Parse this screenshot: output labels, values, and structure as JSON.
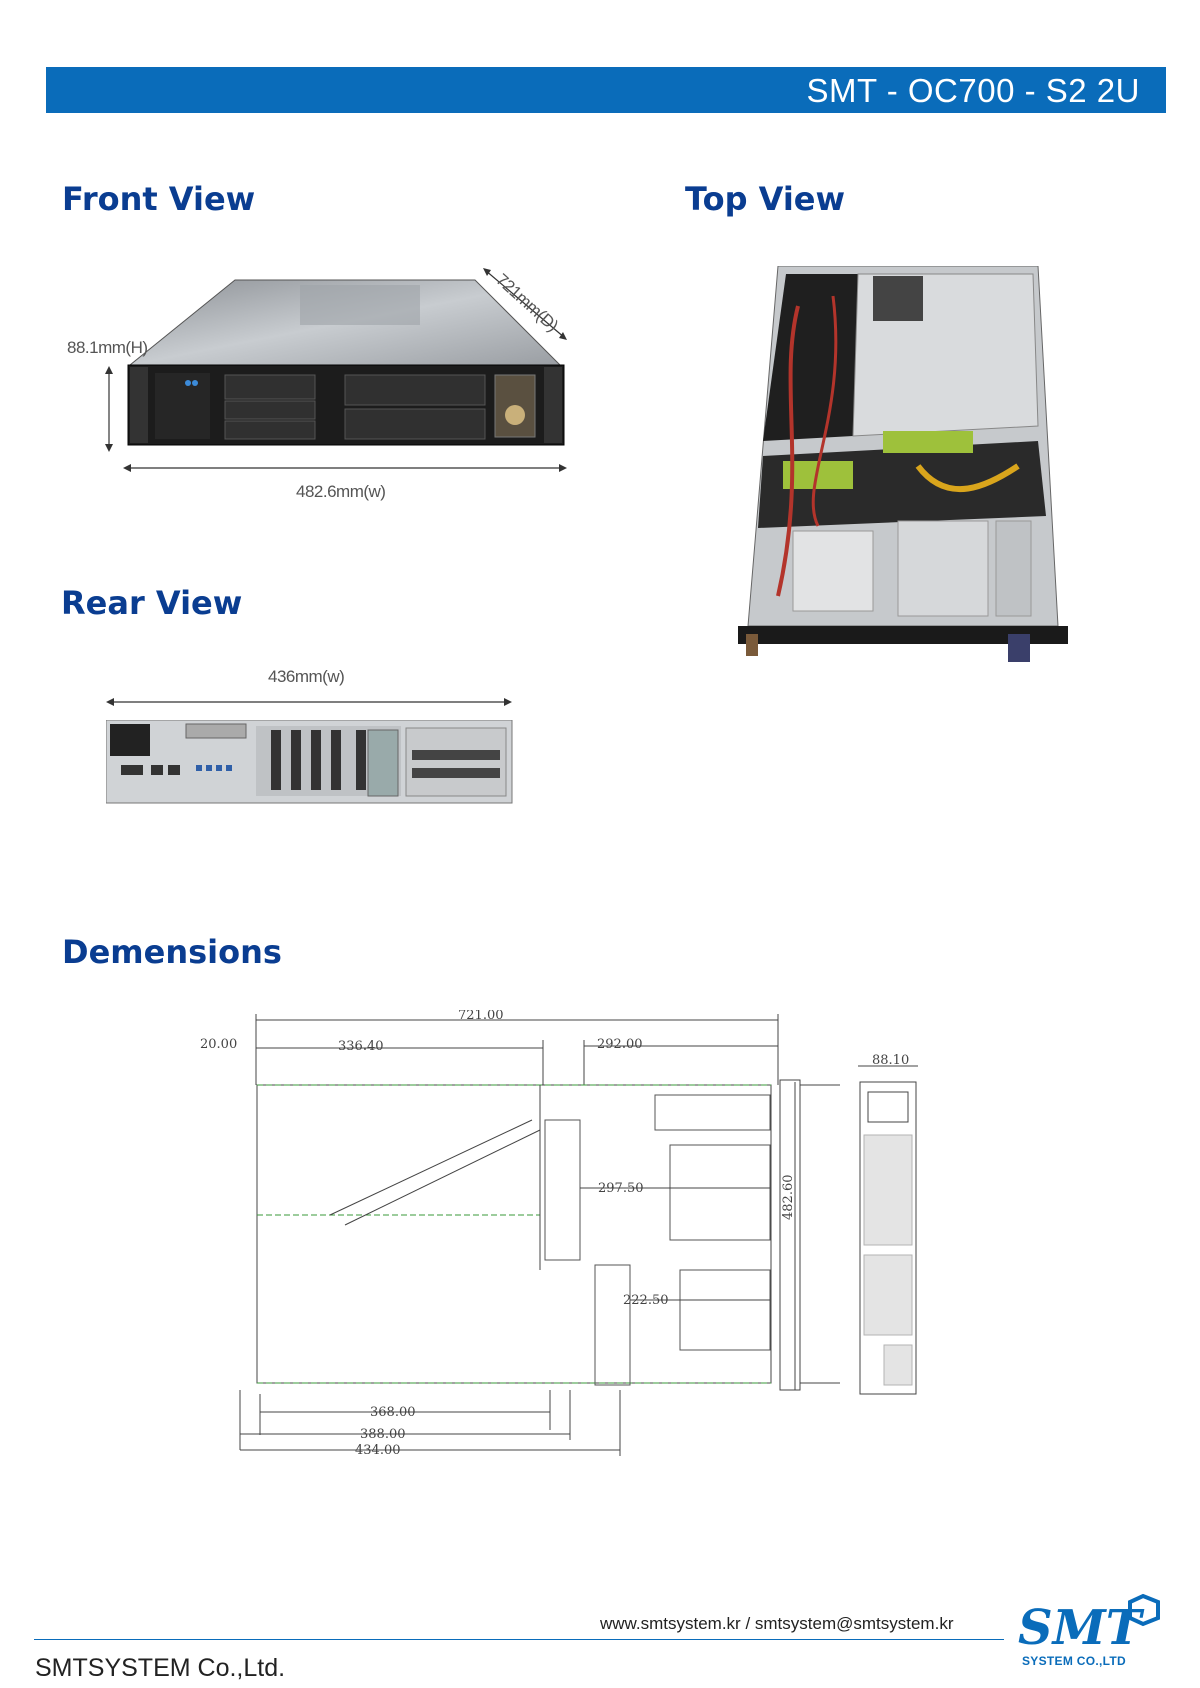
{
  "header": {
    "title": "SMT - OC700 - S2 2U"
  },
  "sections": {
    "front_view": "Front View",
    "top_view": "Top View",
    "rear_view": "Rear View",
    "dimensions": "Demensions"
  },
  "front_view": {
    "height_label": "88.1mm(H)",
    "depth_label": "721mm(D)",
    "width_label": "482.6mm(w)"
  },
  "rear_view": {
    "width_label": "436mm(w)"
  },
  "drawing": {
    "top_dims": {
      "total": "721.00",
      "offset": "20.00",
      "left_span": "336.40",
      "right_span": "292.00"
    },
    "inner_dims": {
      "upper": "297.50",
      "lower": "222.50",
      "height": "482.60"
    },
    "bottom_dims": {
      "a": "368.00",
      "b": "388.00",
      "c": "434.00"
    },
    "side_dim": "88.10"
  },
  "footer": {
    "contact": "www.smtsystem.kr / smtsystem@smtsystem.kr",
    "company": "SMTSYSTEM Co.,Ltd.",
    "logo_text": "SMT",
    "logo_sub": "SYSTEM CO.,LTD"
  },
  "colors": {
    "brand_blue": "#0a6cba",
    "heading_navy": "#0a3d91"
  }
}
